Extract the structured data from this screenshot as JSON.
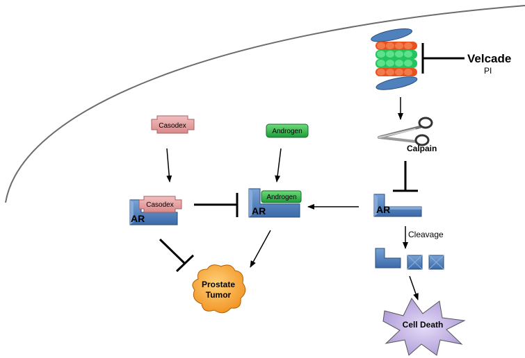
{
  "labels": {
    "velcade": "Velcade",
    "pi": "PI",
    "calpain": "Calpain",
    "casodex_drug": "Casodex",
    "androgen_ligand": "Androgen",
    "casodex_bound": "Casodex",
    "androgen_bound": "Androgen",
    "ar_left": "AR",
    "ar_middle": "AR",
    "ar_right": "AR",
    "cleavage": "Cleavage",
    "prostate_tumor_line1": "Prostate",
    "prostate_tumor_line2": "Tumor",
    "cell_death": "Cell Death"
  },
  "colors": {
    "receptor_blue": "#4f81bd",
    "casodex_pink": "#e6a0a0",
    "androgen_green": "#3cb44b",
    "proteasome_red": "#e8501e",
    "proteasome_green": "#22c55e",
    "tumor_orange": "#f7941d",
    "death_purple": "#c7b8e8"
  },
  "icons": [
    "proteasome-icon",
    "scissors-icon",
    "receptor-l-icon",
    "tumor-blob-icon",
    "starburst-icon"
  ]
}
